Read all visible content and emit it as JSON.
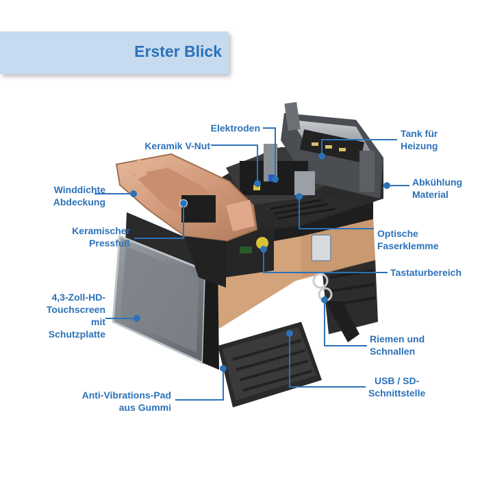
{
  "header": {
    "title": "Erster Blick"
  },
  "colors": {
    "accent": "#2b72b8",
    "banner": "#c6dbf0"
  },
  "labels": {
    "elektroden": "Elektroden",
    "keramik_v_nut": "Keramik V-Nut",
    "tank_1": "Tank für",
    "tank_2": "Heizung",
    "winddichte_1": "Winddichte",
    "winddichte_2": "Abdeckung",
    "abkuehlung_1": "Abkühlung",
    "abkuehlung_2": "Material",
    "pressfuss_1": "Keramischer",
    "pressfuss_2": "Pressfuß",
    "faserklemme_1": "Optische",
    "faserklemme_2": "Faserklemme",
    "tastatur": "Tastaturbereich",
    "touch_1": "4,3-Zoll-HD-",
    "touch_2": "Touchscreen",
    "touch_3": "mit",
    "touch_4": "Schutzplatte",
    "riemen_1": "Riemen und",
    "riemen_2": "Schnallen",
    "usb_1": "USB / SD-",
    "usb_2": "Schnittstelle",
    "pad_1": "Anti-Vibrations-Pad",
    "pad_2": "aus Gummi"
  }
}
